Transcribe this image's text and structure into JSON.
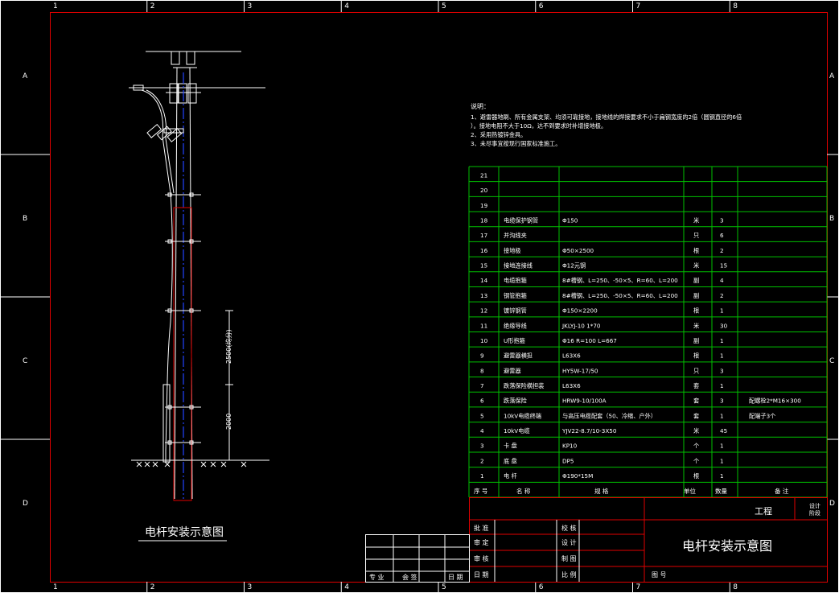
{
  "border": {
    "columns": [
      "1",
      "2",
      "3",
      "4",
      "5",
      "6",
      "7",
      "8"
    ],
    "rows": [
      "A",
      "B",
      "C",
      "D"
    ]
  },
  "notes": {
    "heading": "说明：",
    "lines": [
      "1、避雷器地刷、所有金属支架、均须可靠接地，接地线的焊接要求不小于扁钢宽度的2倍（圆钢直径的6倍",
      "）。接地电阻不大于10Ω，达不到要求时补增接地极。",
      "2、采用热镀锌金具。",
      "3、未尽事宜按现行国家标准施工。"
    ]
  },
  "elevation": {
    "dim_upper": "2500(均分)",
    "dim_lower": "2000",
    "caption": "电杆安装示意图"
  },
  "bom": {
    "header": {
      "no": "序 号",
      "name": "名  称",
      "spec": "规  格",
      "unit": "单位",
      "qty": "数量",
      "remark": "备    注"
    },
    "rows": [
      {
        "no": "21",
        "name": "",
        "spec": "",
        "unit": "",
        "qty": "",
        "remark": ""
      },
      {
        "no": "20",
        "name": "",
        "spec": "",
        "unit": "",
        "qty": "",
        "remark": ""
      },
      {
        "no": "19",
        "name": "",
        "spec": "",
        "unit": "",
        "qty": "",
        "remark": ""
      },
      {
        "no": "18",
        "name": "电缆保护钢管",
        "spec": "Φ150",
        "unit": "米",
        "qty": "3",
        "remark": ""
      },
      {
        "no": "17",
        "name": "并沟线夹",
        "spec": "",
        "unit": "只",
        "qty": "6",
        "remark": ""
      },
      {
        "no": "16",
        "name": "接地极",
        "spec": "Φ50×2500",
        "unit": "根",
        "qty": "2",
        "remark": ""
      },
      {
        "no": "15",
        "name": "接地连接线",
        "spec": "Φ12元钢",
        "unit": "米",
        "qty": "15",
        "remark": ""
      },
      {
        "no": "14",
        "name": "电缆抱箍",
        "spec": "8#槽钢、L=250、-50×5、R=60、L=200",
        "unit": "副",
        "qty": "4",
        "remark": ""
      },
      {
        "no": "13",
        "name": "钢管抱箍",
        "spec": "8#槽钢、L=250、-50×5、R=60、L=200",
        "unit": "副",
        "qty": "2",
        "remark": ""
      },
      {
        "no": "12",
        "name": "镀锌钢管",
        "spec": "Φ150×2200",
        "unit": "根",
        "qty": "1",
        "remark": ""
      },
      {
        "no": "11",
        "name": "绝缘导线",
        "spec": "JKLYJ-10 1*70",
        "unit": "米",
        "qty": "30",
        "remark": ""
      },
      {
        "no": "10",
        "name": "U形抱箍",
        "spec": "Φ16 R=100 L=667",
        "unit": "副",
        "qty": "1",
        "remark": ""
      },
      {
        "no": "9",
        "name": "避雷器横担",
        "spec": "L63X6",
        "unit": "根",
        "qty": "1",
        "remark": ""
      },
      {
        "no": "8",
        "name": "避雷器",
        "spec": "HY5W-17/50",
        "unit": "只",
        "qty": "3",
        "remark": ""
      },
      {
        "no": "7",
        "name": "跌落保险横担装",
        "spec": "L63X6",
        "unit": "套",
        "qty": "1",
        "remark": ""
      },
      {
        "no": "6",
        "name": "跌落保险",
        "spec": "HRW9-10/100A",
        "unit": "套",
        "qty": "3",
        "remark": "配螺栓2*M16×300"
      },
      {
        "no": "5",
        "name": "10kV电缆终端",
        "spec": "与高压电缆配套（50、冷缩、户外）",
        "unit": "套",
        "qty": "1",
        "remark": "配端子3个"
      },
      {
        "no": "4",
        "name": "10kV电缆",
        "spec": "YJV22-8.7/10-3X50",
        "unit": "米",
        "qty": "45",
        "remark": ""
      },
      {
        "no": "3",
        "name": "卡  盘",
        "spec": "KP10",
        "unit": "个",
        "qty": "1",
        "remark": ""
      },
      {
        "no": "2",
        "name": "底  盘",
        "spec": "DP5",
        "unit": "个",
        "qty": "1",
        "remark": ""
      },
      {
        "no": "1",
        "name": "电  杆",
        "spec": "Φ190*15M",
        "unit": "根",
        "qty": "1",
        "remark": ""
      }
    ]
  },
  "title_block": {
    "project_label": "工程",
    "stage_label": "设计\n阶段",
    "drawing_title": "电杆安装示意图",
    "approve": "批  准",
    "review": "审  定",
    "audit": "审  核",
    "date": "日  期",
    "check": "校  核",
    "design": "设  计",
    "draw": "制  图",
    "scale": "比  例",
    "drawing_no": "图  号",
    "sign_major": "专  业",
    "sign_meeting": "会  签",
    "sign_date": "日 期"
  }
}
